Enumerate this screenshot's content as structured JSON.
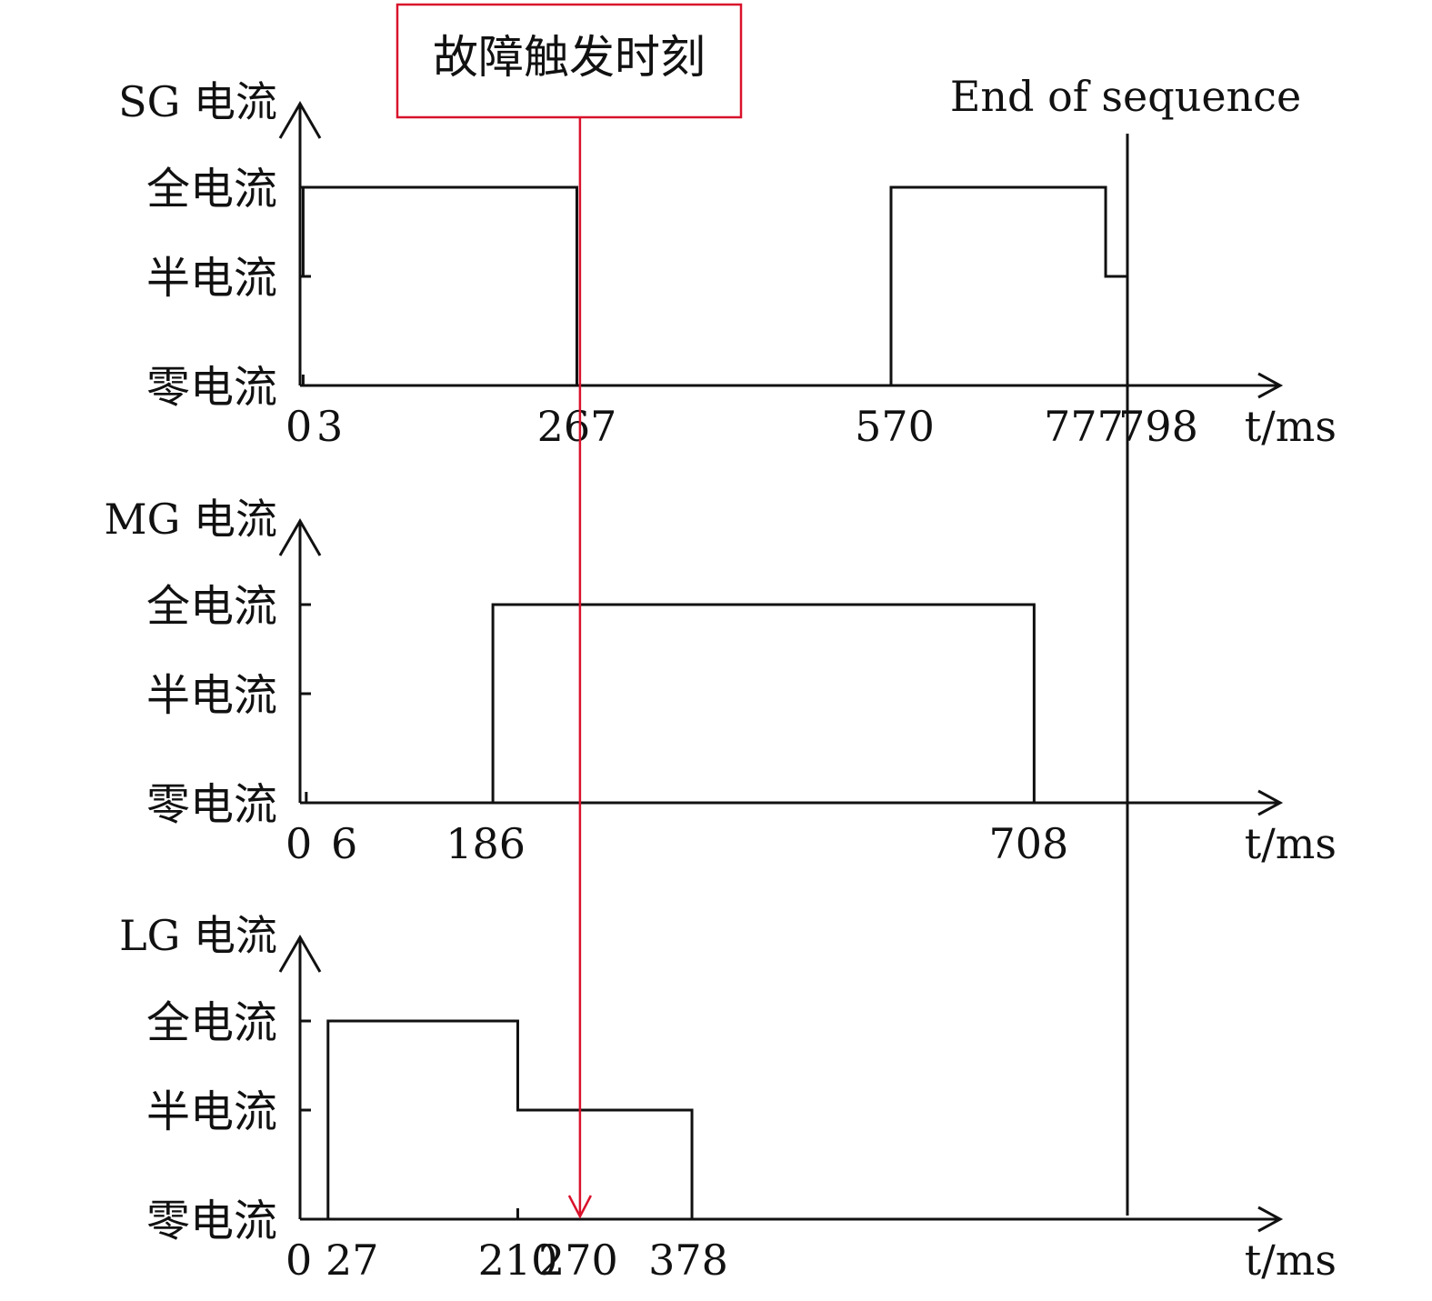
{
  "chart_data": {
    "type": "line",
    "step": true,
    "y_levels": [
      "零电流",
      "半电流",
      "全电流"
    ],
    "x_unit": "ms",
    "x_axis_label": "t/ms",
    "panels": [
      {
        "name": "SG 电流",
        "ylabel": "SG 电流",
        "xticks": [
          "0",
          "3",
          "267",
          "570",
          "777",
          "798"
        ],
        "series": [
          {
            "x": 0,
            "level": 1
          },
          {
            "x": 3,
            "level": 2
          },
          {
            "x": 267,
            "level": 0
          },
          {
            "x": 570,
            "level": 2
          },
          {
            "x": 777,
            "level": 1
          },
          {
            "x": 798,
            "level": 1
          }
        ]
      },
      {
        "name": "MG 电流",
        "ylabel": "MG 电流",
        "xticks": [
          "0",
          "6",
          "186",
          "708"
        ],
        "series": [
          {
            "x": 0,
            "level": 0
          },
          {
            "x": 186,
            "level": 2
          },
          {
            "x": 708,
            "level": 0
          },
          {
            "x": 798,
            "level": 0
          }
        ]
      },
      {
        "name": "LG 电流",
        "ylabel": "LG 电流",
        "xticks": [
          "0",
          "27",
          "210",
          "270",
          "378"
        ],
        "series": [
          {
            "x": 0,
            "level": 0
          },
          {
            "x": 27,
            "level": 2
          },
          {
            "x": 210,
            "level": 1
          },
          {
            "x": 378,
            "level": 0
          },
          {
            "x": 798,
            "level": 0
          }
        ]
      }
    ],
    "annotations": {
      "fault_label": "故障触发时刻",
      "fault_time": 270,
      "fault_color": "#d9122b",
      "end_label": "End of sequence",
      "end_time": 798
    }
  }
}
